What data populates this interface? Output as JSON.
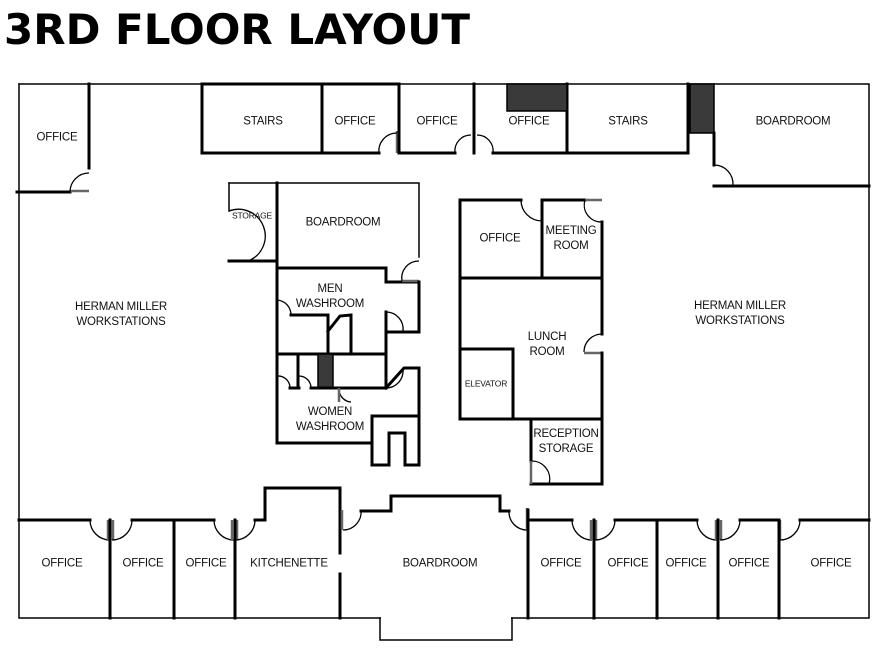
{
  "title": "3RD FLOOR LAYOUT",
  "colors": {
    "wall": "#000000",
    "fill_dark": "#3a3a3a",
    "background": "#ffffff",
    "text": "#111111"
  },
  "rooms": {
    "office_top_left": "OFFICE",
    "stairs_left": "STAIRS",
    "office_top_2": "OFFICE",
    "office_top_3": "OFFICE",
    "office_top_4": "OFFICE",
    "stairs_right": "STAIRS",
    "boardroom_top_right": "BOARDROOM",
    "storage": "STORAGE",
    "boardroom_center": "BOARDROOM",
    "men_washroom": "MEN\nWASHROOM",
    "women_washroom": "WOMEN\nWASHROOM",
    "office_center": "OFFICE",
    "meeting_room": "MEETING\nROOM",
    "lunch_room": "LUNCH\nROOM",
    "elevator": "ELEVATOR",
    "reception_storage": "RECEPTION\nSTORAGE",
    "workstations_left": "HERMAN MILLER\nWORKSTATIONS",
    "workstations_right": "HERMAN MILLER\nWORKSTATIONS",
    "office_bottom_1": "OFFICE",
    "office_bottom_2": "OFFICE",
    "office_bottom_3": "OFFICE",
    "kitchenette": "KITCHENETTE",
    "boardroom_bottom": "BOARDROOM",
    "office_bottom_4": "OFFICE",
    "office_bottom_5": "OFFICE",
    "office_bottom_6": "OFFICE",
    "office_bottom_7": "OFFICE",
    "office_bottom_8": "OFFICE"
  }
}
